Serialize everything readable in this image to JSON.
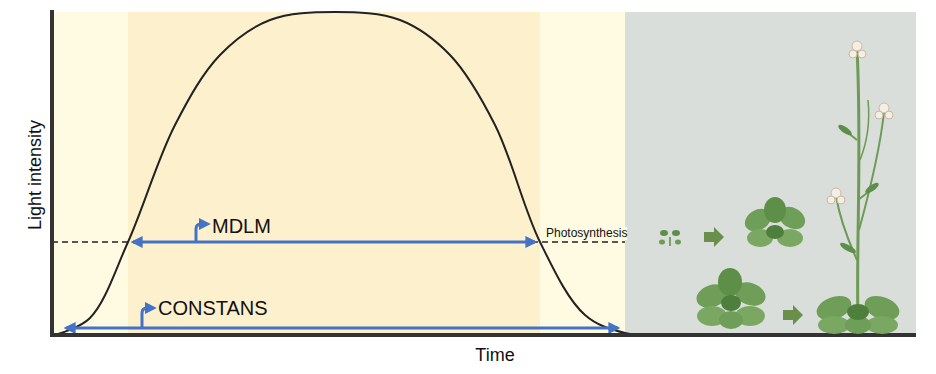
{
  "diagram": {
    "labels": [
      "MDLM",
      "CONSTANS",
      "Photosynthesis",
      "Light intensity",
      "Time"
    ]
  }
}
